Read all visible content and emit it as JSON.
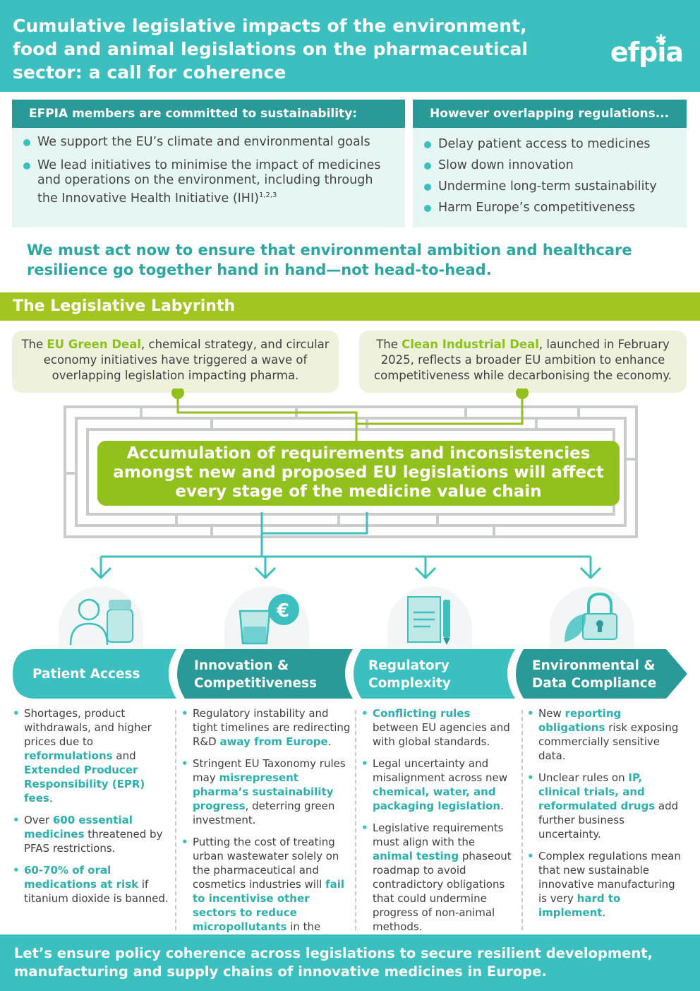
{
  "header": {
    "title": "Cumulative legislative impacts of the environment, food and animal legislations on the pharmaceutical sector: a call for coherence",
    "logo": "efpia"
  },
  "members_box": {
    "heading": "EFPIA members are committed to sustainability:",
    "item1": "We support the EU’s climate and environmental goals",
    "item2": "We lead initiatives to minimise the impact of medicines and operations on the environment, including through the Innovative Health Initiative (IHI)",
    "item2_sup": "1,2,3"
  },
  "regulations_box": {
    "heading": "However overlapping regulations...",
    "items": [
      "Delay patient access to medicines",
      "Slow down innovation",
      "Undermine long-term sustainability",
      "Harm Europe’s competitiveness"
    ]
  },
  "callout": "We must act now to ensure that environmental ambition and healthcare resilience go together hand in hand—not head-to-head.",
  "labyrinth": {
    "title": "The Legislative Labyrinth",
    "deal_left": {
      "pre": "The ",
      "highlight": "EU Green Deal",
      "post": ", chemical strategy, and circular economy initiatives have triggered a wave of overlapping legislation impacting pharma."
    },
    "deal_right": {
      "pre": "The ",
      "highlight": "Clean Industrial Deal",
      "post": ", launched in February 2025, reflects a broader EU ambition to enhance competitiveness while decarbonising the economy."
    },
    "center": "Accumulation of requirements and inconsistencies amongst new and proposed EU legislations will affect every stage of the medicine value chain"
  },
  "categories": {
    "patient": "Patient Access",
    "innovation_l1": "Innovation &",
    "innovation_l2": "Competitiveness",
    "regulatory_l1": "Regulatory",
    "regulatory_l2": "Complexity",
    "environmental_l1": "Environmental &",
    "environmental_l2": "Data Compliance"
  },
  "col1": {
    "b1": [
      "Shortages, product withdrawals, and higher prices due to ",
      "reformulations",
      " and ",
      "Extended Producer Responsibility (EPR) fees",
      "."
    ],
    "b2": [
      "Over ",
      "600 essential medicines",
      " threatened by PFAS restrictions."
    ],
    "b3": [
      "60-70% of oral medications at risk",
      " if titanium dioxide is banned."
    ]
  },
  "col2": {
    "b1": [
      "Regulatory instability and tight timelines are redirecting R&D ",
      "away from Europe",
      "."
    ],
    "b2": [
      "Stringent EU Taxonomy rules may ",
      "misrepresent pharma’s sustainability progress",
      ", deterring green investment."
    ],
    "b3": [
      "Putting the cost of treating urban wastewater solely on the pharmaceutical and cosmetics industries will ",
      "fail to incentivise other sectors to reduce micropollutants",
      " in the water."
    ]
  },
  "col3": {
    "b1": [
      "Conflicting rules",
      " between EU agencies and with global standards."
    ],
    "b2": [
      "Legal uncertainty and misalignment across new ",
      "chemical, water, and packaging legislation",
      "."
    ],
    "b3": [
      "Legislative requirements must align with the ",
      "animal testing",
      " phaseout roadmap to avoid contradictory obligations that could undermine progress of non-animal methods."
    ]
  },
  "col4": {
    "b1": [
      "New ",
      "reporting obligations",
      " risk exposing commercially sensitive data."
    ],
    "b2": [
      "Unclear rules on ",
      "IP, clinical trials, and reformulated drugs",
      " add further business uncertainty."
    ],
    "b3": [
      "Complex regulations mean that new sustainable innovative manufacturing is very ",
      "hard to implement",
      "."
    ]
  },
  "footer": "Let’s ensure policy coherence across legislations to secure resilient development, manufacturing and supply chains of innovative medicines in Europe.",
  "colors": {
    "teal": "#3cbfbf",
    "dark_teal": "#2a9a99",
    "lime": "#a3c520",
    "green": "#92c11e"
  }
}
